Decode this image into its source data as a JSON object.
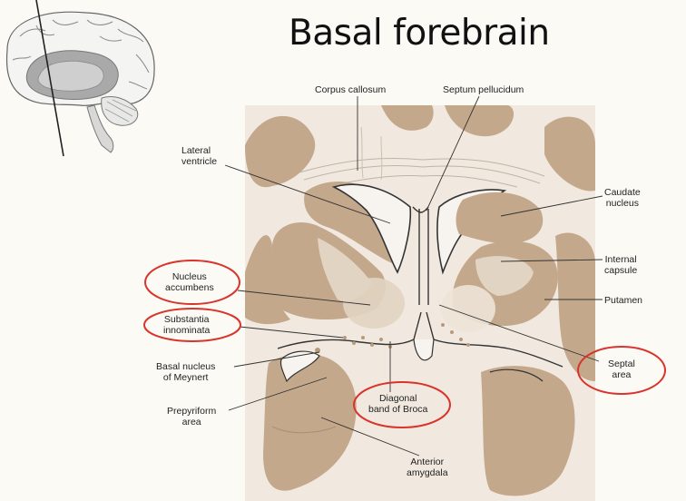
{
  "title": "Basal forebrain",
  "labels": {
    "corpus_callosum": "Corpus callosum",
    "septum_pellucidum": "Septum pellucidum",
    "lateral_ventricle_1": "Lateral",
    "lateral_ventricle_2": "ventricle",
    "caudate_1": "Caudate",
    "caudate_2": "nucleus",
    "internal_capsule_1": "Internal",
    "internal_capsule_2": "capsule",
    "putamen": "Putamen",
    "nucleus_accumbens_1": "Nucleus",
    "nucleus_accumbens_2": "accumbens",
    "substantia_innominata_1": "Substantia",
    "substantia_innominata_2": "innominata",
    "basal_nucleus_1": "Basal nucleus",
    "basal_nucleus_2": "of Meynert",
    "septal_area_1": "Septal",
    "septal_area_2": "area",
    "diagonal_band_1": "Diagonal",
    "diagonal_band_2": "band of Broca",
    "prepyriform_1": "Prepyriform",
    "prepyriform_2": "area",
    "amygdala_1": "Anterior",
    "amygdala_2": "amygdala"
  },
  "colors": {
    "background": "#fbfaf5",
    "section_bg": "#f1e9df",
    "gray_matter": "#c3a88c",
    "pale_matter": "#e2d4c2",
    "highlight_circle": "#d9342b",
    "leader_line": "#333333"
  },
  "icons": {
    "thumbnail": "brain-sagittal-thumbnail"
  }
}
